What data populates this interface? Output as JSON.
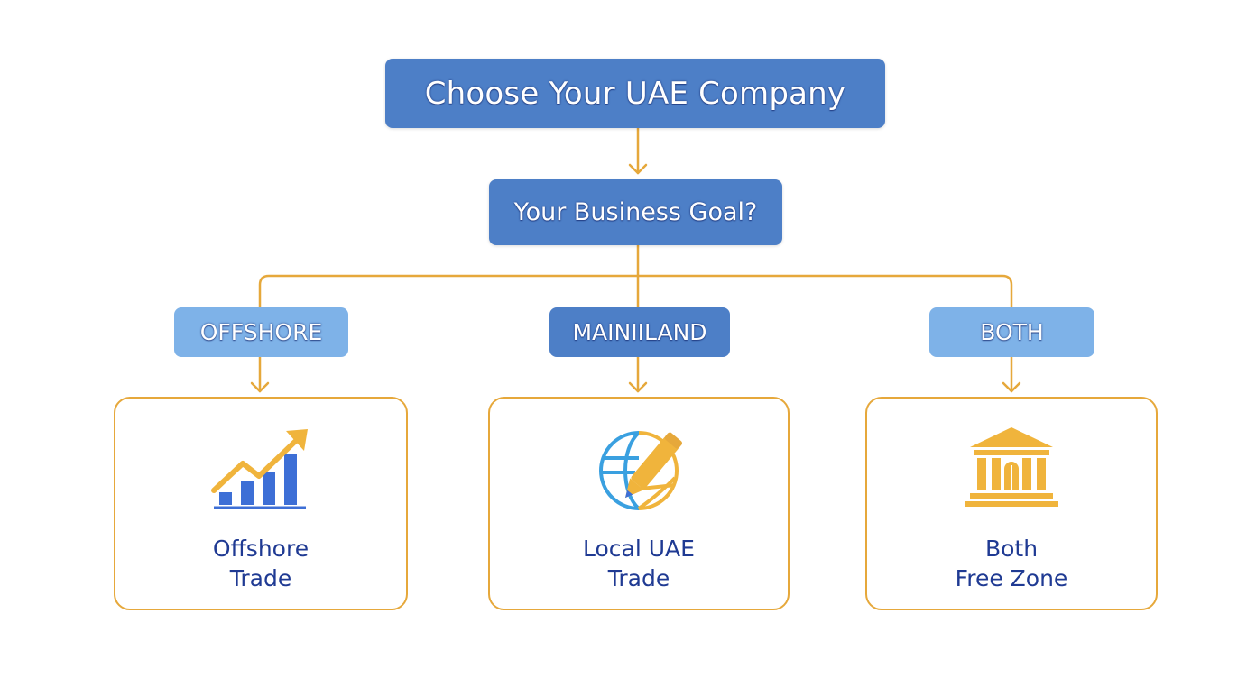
{
  "diagram": {
    "title": "Choose Your UAE Company",
    "question": "Your Business Goal?",
    "options": [
      {
        "label": "OFFSHORE",
        "result_line1": "Offshore",
        "result_line2": "Trade",
        "icon": "bar-chart-growth-icon"
      },
      {
        "label": "MAINIILAND",
        "result_line1": "Local UAE",
        "result_line2": "Trade",
        "icon": "globe-pencil-icon"
      },
      {
        "label": "BOTH",
        "result_line1": "Both",
        "result_line2": "Free Zone",
        "icon": "building-columns-icon"
      }
    ]
  },
  "colors": {
    "primary_box": "#4d7fc7",
    "light_box": "#7eb2e8",
    "connector": "#e6a83b",
    "result_text": "#1f3a93",
    "icon_blue": "#3d6fd6",
    "icon_gold": "#f0b43c"
  }
}
